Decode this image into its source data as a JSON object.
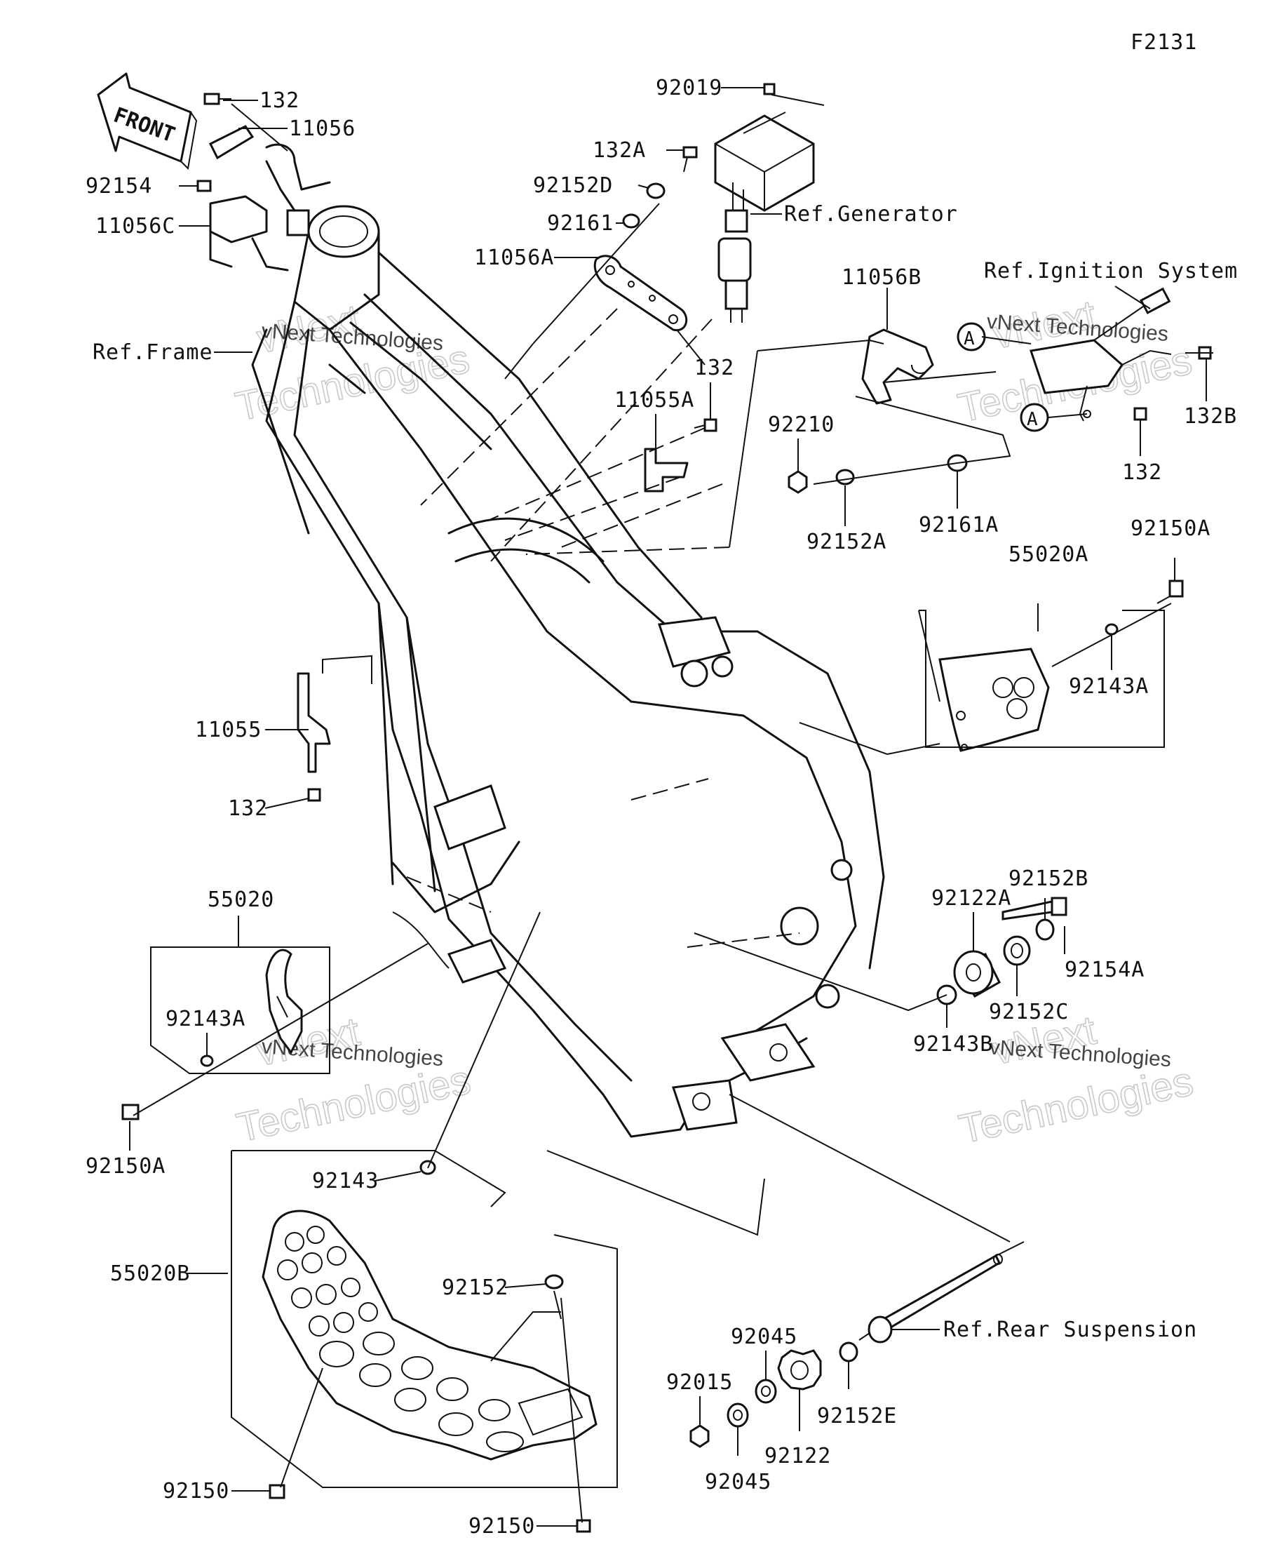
{
  "diagram_code": "F2131",
  "front_arrow_label": "FRONT",
  "callout_marker": "A",
  "watermark": {
    "brand": "vNext",
    "line1": "vNext Technologies",
    "line2": "Technologies"
  },
  "refs": {
    "generator": "Ref.Generator",
    "ignition": "Ref.Ignition System",
    "frame": "Ref.Frame",
    "rear_suspension": "Ref.Rear Suspension"
  },
  "labels": {
    "p132_top": "132",
    "p11056": "11056",
    "p92154": "92154",
    "p11056C": "11056C",
    "p92019": "92019",
    "p132A": "132A",
    "p92152D": "92152D",
    "p92161": "92161",
    "p11056A": "11056A",
    "p11056B": "11056B",
    "p132B": "132B",
    "p132_right": "132",
    "p11055A": "11055A",
    "p132_mid": "132",
    "p92210": "92210",
    "p92152A": "92152A",
    "p92161A": "92161A",
    "p55020A": "55020A",
    "p92150A_right": "92150A",
    "p92143A_right": "92143A",
    "p11055": "11055",
    "p132_left": "132",
    "p55020": "55020",
    "p92143A_left": "92143A",
    "p92150A_left": "92150A",
    "p92152B": "92152B",
    "p92122A": "92122A",
    "p92154A": "92154A",
    "p92152C": "92152C",
    "p92143B": "92143B",
    "p92143": "92143",
    "p55020B": "55020B",
    "p92152": "92152",
    "p92045_top": "92045",
    "p92015": "92015",
    "p92152E": "92152E",
    "p92122": "92122",
    "p92045_bottom": "92045",
    "p92150_left": "92150",
    "p92150_bottom": "92150"
  }
}
